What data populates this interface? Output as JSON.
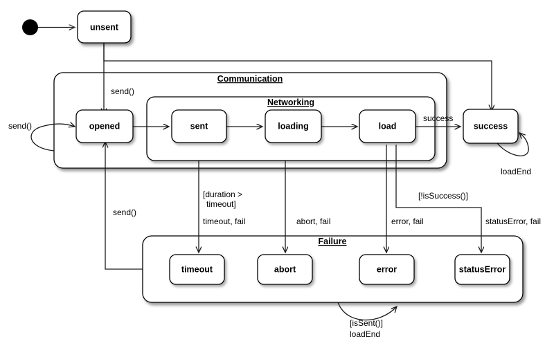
{
  "diagram": {
    "title": "XHR request state machine",
    "type": "uml-state-diagram",
    "background_color": "#ffffff",
    "stroke_color": "#000000"
  },
  "initial_state": {
    "name": "initial-pseudostate",
    "label": ""
  },
  "states": {
    "unsent": "unsent",
    "opened": "opened",
    "sent": "sent",
    "loading": "loading",
    "load": "load",
    "success": "success",
    "timeout": "timeout",
    "abort": "abort",
    "error": "error",
    "statusError": "statusError"
  },
  "regions": {
    "communication": "Communication",
    "networking": "Networking",
    "failure": "Failure"
  },
  "transitions": {
    "unsent_to_opened": "send()",
    "communication_self_send": "send()",
    "load_to_success": "success",
    "success_self_loop": "loadEnd",
    "to_timeout_guard_line1": "[duration >",
    "to_timeout_guard_line2": "timeout]",
    "to_timeout_event": "timeout, fail",
    "to_abort_event": "abort, fail",
    "to_error_event": "error, fail",
    "to_status_error_guard": "[!isSuccess()]",
    "to_status_error_event": "statusError, fail",
    "failure_to_opened": "send()",
    "failure_self_guard": "[isSent()]",
    "failure_self_event": "loadEnd"
  }
}
